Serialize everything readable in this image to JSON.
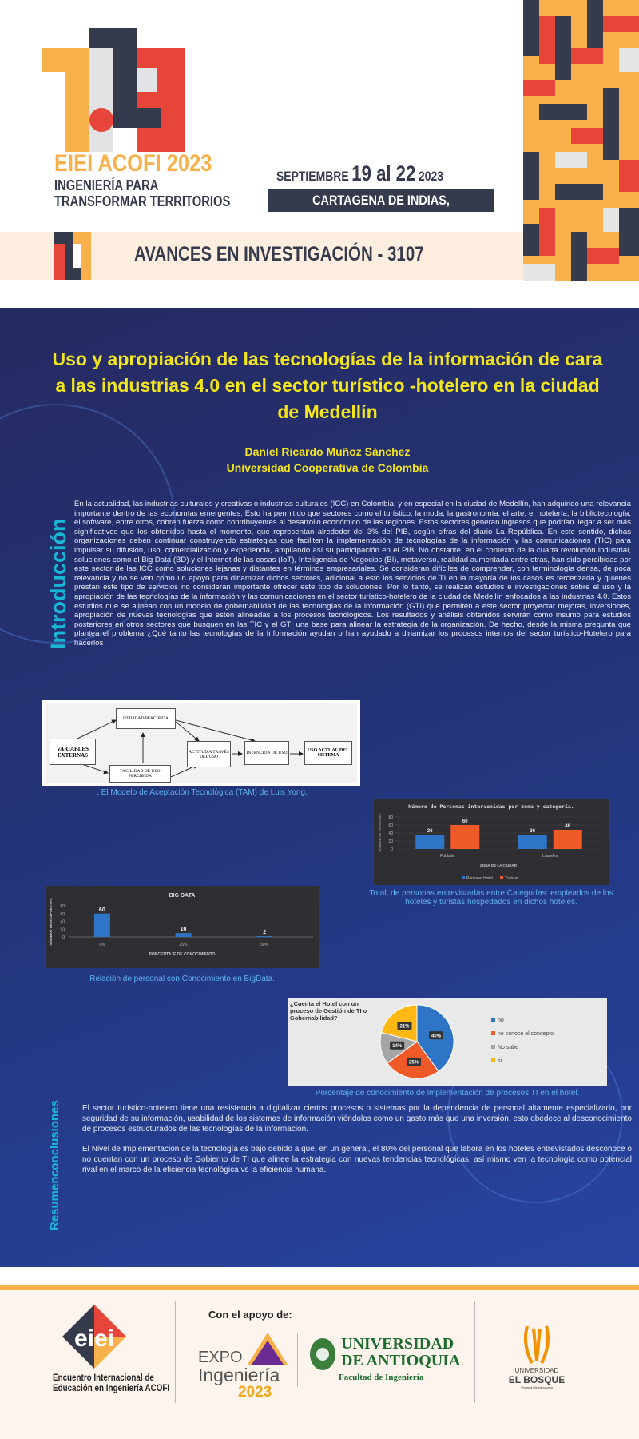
{
  "header": {
    "event": "EIEI ACOFI 2023",
    "tagline_1": "INGENIERÍA PARA",
    "tagline_2": "TRANSFORMAR TERRITORIOS",
    "date_month": "SEPTIEMBRE",
    "date_range": "19 al 22",
    "date_year": "2023",
    "location": "CARTAGENA DE INDIAS, COLOMBIA",
    "section": "AVANCES EN INVESTIGACIÓN -",
    "section_number": "3107"
  },
  "poster": {
    "title": "Uso y apropiación de las tecnologías de la información de cara a las industrias 4.0 en el sector turístico -hotelero en la ciudad de Medellín",
    "author": "Daniel Ricardo Muñoz Sánchez",
    "affiliation": "Universidad Cooperativa de Colombia",
    "intro_label": "Introducción",
    "intro_text": "En la actualidad, las industrias culturales y creativas o industrias culturales (ICC) en Colombia, y en especial en la ciudad de Medellín, han adquirido una relevancia importante dentro de las economías emergentes. Esto ha permitido que sectores como el turístico, la moda, la gastronomía, el arte, el hotelería, la bibliotecología, el software, entre otros, cobren fuerza como contribuyentes al desarrollo económico de las regiones. Estos sectores generan ingresos que podrían llegar a ser más significativos que los obtenidos hasta el momento, que representan alrededor del 3% del PIB, según cifras del diario La República. En este sentido, dichas organizaciones deben continuar construyendo estrategias que faciliten la implementación de tecnologías de la información y las comunicaciones (TIC) para impulsar su difusión, uso, comercialización y experiencia, ampliando así su participación en el PIB. No obstante, en el contexto de la cuarta revolución industrial, soluciones como el Big Data (BD) y el Internet de las cosas (IoT), Inteligencia de Negocios (BI), metaverso, realidad aumentada entre otras, han sido percibidas por este sector de las ICC como soluciones lejanas y distantes en términos empresariales.     Se consideran difíciles de comprender, con terminología densa, de poca relevancia y no se ven como un apoyo para dinamizar dichos sectores, adicional a esto los servicios de TI en la mayoría de los casos es tercerizada y quienes prestan este tipo de servicios no consideran importante ofrecer este tipo de soluciones. Por lo tanto, se realizan estudios e investigaciones sobre el uso y la apropiación de las tecnologías de la información y las comunicaciones en el sector turístico-hotelero de la ciudad de Medellín enfocados a las industrias 4.0. Estos estudios que se alinean con un modelo de gobernabilidad de las tecnologías de la información (GTI) que permiten a este sector proyectar mejoras, inversiones, apropiación de nuevas tecnologías que estén alineadas a los procesos tecnológicos. Los resultados y análisis obtenidos servirán como insumo para estudios posteriores en otros sectores que busquen en las TIC y el GTI una base para alinear la estrategia de la organización.  De hecho, desde la misma pregunta que plantea el problema ¿Qué tanto las tecnologías de la Información ayudan o han ayudado a dinamizar los procesos internos del sector turístico-Hotelero para hacerlos",
    "tam": {
      "boxes": [
        "VARIABLES EXTERNAS",
        "UTILIDAD PERCIBIDA",
        "FACILIDAD DE USO PERCIBIDA",
        "ACTITUD A TRAVÉS DEL USO",
        "INTENCIÓN DE USO",
        "USO ACTUAL DEL SISTEMA"
      ],
      "caption": ". El Modelo de Aceptación Tecnológica (TAM) de Luis Yong."
    },
    "caption_zones": "Total, de personas entrevistadas entre Categorías: empleados de los hoteles y turistas hospedados en dichos hoteles.",
    "caption_bigdata": "Relación de personal con Conocimiento en BigData.",
    "caption_pie": "Porcentaje de conocimiento de implementación de procesos TI en el hotel.",
    "conclusions_label_1": "Resumen",
    "conclusions_label_2": "conclusiones",
    "conclusions_p1": "El sector turístico-hotelero tiene una resistencia a digitalizar ciertos procesos o sistemas por la dependencia de personal altamente especializado, por seguridad de su información, usabilidad de los sistemas de información viéndolos como un gasto más que una inversión, esto obedece al desconocimiento de procesos estructurados de las tecnologías de la información.",
    "conclusions_p2": "El Nivel de Implementación de la tecnología es bajo debido a que, en un general, el 80% del personal que labora en los hoteles entrevistados desconoce o no cuentan con un proceso de Gobierno de TI que alinee la estrategia con nuevas tendencias tecnológicas, así mismo ven la tecnología como potencial rival en el marco de la eficiencia tecnológica vs la eficiencia humana."
  },
  "footer": {
    "eiei_logo": "eiei",
    "eiei_name_1": "Encuentro Internacional de",
    "eiei_name_2": "Educación en Ingeniería ACOFI",
    "support": "Con el apoyo de:",
    "expo_1": "EXPO",
    "expo_2": "Ingeniería",
    "expo_3": "2023",
    "udea_1": "UNIVERSIDAD",
    "udea_2": "DE ANTIOQUIA",
    "udea_3": "Facultad de Ingeniería",
    "bosque_1": "UNIVERSIDAD",
    "bosque_2": "EL BOSQUE",
    "bosque_3": "Vigilada Mineducación"
  },
  "colors": {
    "orange": "#f8b04a",
    "red": "#e8453a",
    "navy": "#353a4d",
    "blue": "#2e75c8",
    "bar_orange": "#f05a28",
    "gray": "#a5a5a5",
    "yellow": "#fdb813"
  },
  "chart_data": [
    {
      "type": "bar",
      "title": "Número de Personas  intervenidas por zona y categoría.",
      "categories": [
        "Poblado",
        "Laureles"
      ],
      "series": [
        {
          "name": "Personal Hotel",
          "values": [
            36,
            36
          ]
        },
        {
          "name": "Turistas",
          "values": [
            60,
            48
          ]
        }
      ],
      "xlabel": "ZONA DE LA CIUDAD",
      "ylabel": "NÚMERO DE PERSONAS",
      "ylim": [
        0,
        80
      ],
      "yticks": [
        0,
        20,
        40,
        60,
        80
      ],
      "legend": "bottom"
    },
    {
      "type": "bar",
      "title": "BIG DATA",
      "categories": [
        "0%",
        "25%",
        "50%"
      ],
      "values": [
        60,
        10,
        2
      ],
      "xlabel": "PORCENTAJE DE CONOCIMIENTO",
      "ylabel": "NÚMERO DE RESPUESTAS",
      "ylim": [
        0,
        80
      ],
      "yticks": [
        0,
        20,
        40,
        60,
        80
      ]
    },
    {
      "type": "pie",
      "title": "¿Cuenta el Hotel con un proceso de Gestión de TI o Gobernabilidad?",
      "labels": [
        "no",
        "no conoce el concepto",
        "No sabe",
        "si"
      ],
      "values": [
        40,
        25,
        14,
        21
      ],
      "value_labels": [
        "40%",
        "25%",
        "14%",
        "21%"
      ],
      "legend": "right"
    }
  ]
}
